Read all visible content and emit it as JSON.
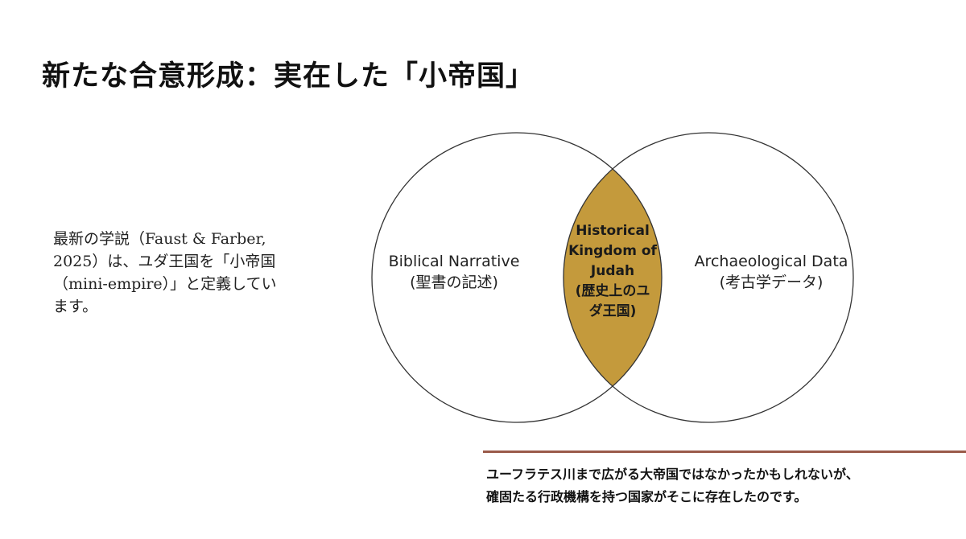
{
  "slide": {
    "title": "新たな合意形成：実在した「小帝国」"
  },
  "body": {
    "lines": [
      "最新の学説（Faust & Farber,",
      "2025）は、ユダ王国を「小帝国",
      "（mini-empire）」と定義してい",
      "ます。"
    ]
  },
  "venn": {
    "left": {
      "line1": "Biblical Narrative",
      "line2": "(聖書の記述)"
    },
    "right": {
      "line1": "Archaeological Data",
      "line2": "(考古学データ)"
    },
    "intersection": {
      "lines": [
        "Historical",
        "Kingdom of",
        "Judah",
        "(歴史上のユ",
        "ダ王国)"
      ]
    },
    "colors": {
      "intersection_fill": "#c49a3c",
      "circle_stroke": "#333333"
    }
  },
  "conclusion": {
    "line1": "ユーフラテス川まで広がる大帝国ではなかったかもしれないが、",
    "line2": "確固たる行政機構を持つ国家がそこに存在したのです。"
  },
  "accent_color": "#9a5a4a"
}
